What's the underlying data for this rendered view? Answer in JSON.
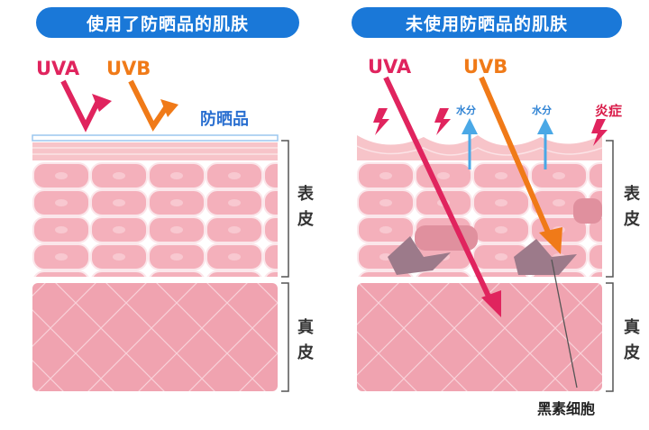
{
  "left_panel": {
    "title": "使用了防晒品的肌肤",
    "uva": "UVA",
    "uvb": "UVB",
    "sunscreen": "防晒品"
  },
  "right_panel": {
    "title": "未使用防晒品的肌肤",
    "uva": "UVA",
    "uvb": "UVB",
    "water_1": "水分",
    "water_2": "水分",
    "inflammation": "炎症",
    "melanocyte": "黑素细胞"
  },
  "layers": {
    "epidermis": [
      "表",
      "皮"
    ],
    "dermis": [
      "真",
      "皮"
    ],
    "epidermis_r": [
      "表",
      "皮"
    ],
    "dermis_r": [
      "真",
      "皮"
    ]
  },
  "colors": {
    "uva": "#e0245e",
    "uvb": "#f07a18",
    "title_bg": "#1a78d8",
    "skin_cell": "#f2a9b4",
    "dermis": "#f0a3b0"
  }
}
